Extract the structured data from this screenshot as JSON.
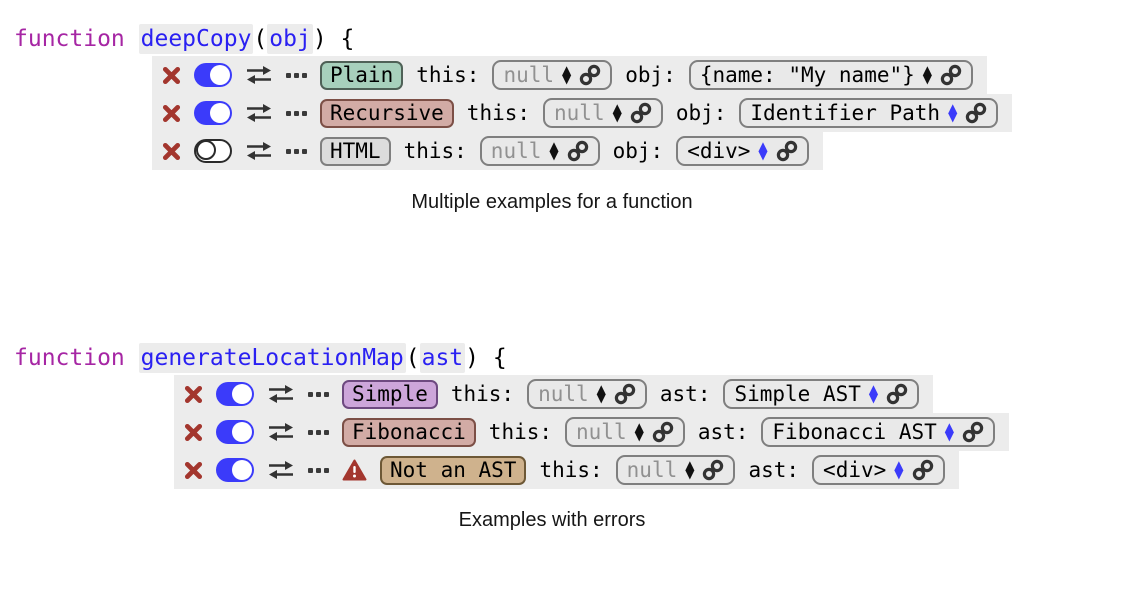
{
  "labels": {
    "this": "this:"
  },
  "icons": {
    "delete": "x-icon",
    "toggle": "toggle-switch",
    "swap": "swap-arrows-icon",
    "more": "ellipsis-icon",
    "link": "chain-link-icon",
    "stepper": "up-down-stepper-icon",
    "warning": "error-triangle-icon"
  },
  "colors": {
    "keyword": "#a626a4",
    "identifier": "#2a20f2",
    "row_background": "#ececec",
    "field_background": "#e9e9e9",
    "field_border": "#7f7f7f",
    "muted_text": "#919191",
    "toggle_on": "#3b3bfa",
    "stepper_blue": "#3b3bfa",
    "danger_red": "#a3362e",
    "badge_green": "#a7d0bc",
    "badge_rose": "#d2aba5",
    "badge_gray": "#dcdcdc",
    "badge_purple": "#cda6da",
    "badge_tan": "#cfb28d"
  },
  "sections": [
    {
      "code": {
        "keyword": "function",
        "space": " ",
        "name": "deepCopy",
        "open": "(",
        "param": "obj",
        "close": ") {"
      },
      "arg_label": "obj:",
      "caption": "Multiple examples for a function",
      "rows": [
        {
          "name": "Plain",
          "color": "green",
          "enabled": true,
          "error": false,
          "this": {
            "value": "null",
            "muted": true,
            "stepper": "black"
          },
          "arg": {
            "value": "{name: \"My name\"}",
            "muted": false,
            "stepper": "black"
          }
        },
        {
          "name": "Recursive",
          "color": "rose",
          "enabled": true,
          "error": false,
          "this": {
            "value": "null",
            "muted": true,
            "stepper": "black"
          },
          "arg": {
            "value": "Identifier Path",
            "muted": false,
            "stepper": "blue"
          }
        },
        {
          "name": "HTML",
          "color": "gray",
          "enabled": false,
          "error": false,
          "this": {
            "value": "null",
            "muted": true,
            "stepper": "black"
          },
          "arg": {
            "value": "<div>",
            "muted": false,
            "stepper": "blue"
          }
        }
      ]
    },
    {
      "code": {
        "keyword": "function",
        "space": " ",
        "name": "generateLocationMap",
        "open": "(",
        "param": "ast",
        "close": ") {"
      },
      "arg_label": "ast:",
      "caption": "Examples with errors",
      "rows": [
        {
          "name": "Simple",
          "color": "purple",
          "enabled": true,
          "error": false,
          "this": {
            "value": "null",
            "muted": true,
            "stepper": "black"
          },
          "arg": {
            "value": "Simple AST",
            "muted": false,
            "stepper": "blue"
          }
        },
        {
          "name": "Fibonacci",
          "color": "rose",
          "enabled": true,
          "error": false,
          "this": {
            "value": "null",
            "muted": true,
            "stepper": "black"
          },
          "arg": {
            "value": "Fibonacci AST",
            "muted": false,
            "stepper": "blue"
          }
        },
        {
          "name": "Not an AST",
          "color": "tan",
          "enabled": true,
          "error": true,
          "this": {
            "value": "null",
            "muted": true,
            "stepper": "black"
          },
          "arg": {
            "value": "<div>",
            "muted": false,
            "stepper": "blue"
          }
        }
      ]
    }
  ]
}
